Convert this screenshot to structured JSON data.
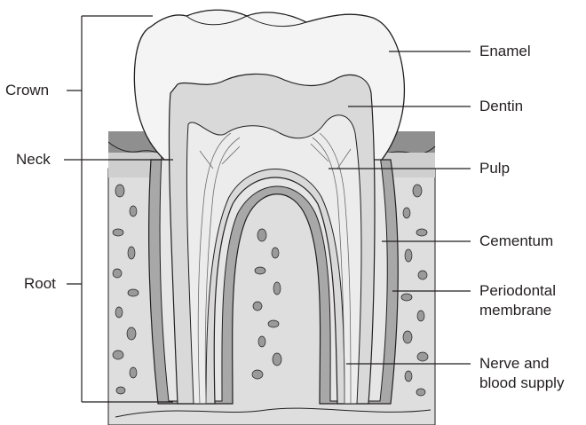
{
  "labels": {
    "crown": "Crown",
    "neck": "Neck",
    "root": "Root",
    "enamel": "Enamel",
    "dentin": "Dentin",
    "pulp": "Pulp",
    "cementum": "Cementum",
    "periodontal_line1": "Periodontal",
    "periodontal_line2": "membrane",
    "nerve_line1": "Nerve and",
    "nerve_line2": "blood supply"
  },
  "colors": {
    "ink": "#231f20",
    "enamel": "#f4f4f4",
    "dentin": "#d9d9d9",
    "pulp": "#ececec",
    "cementum": "#a8a8a8",
    "bone": "#dedede",
    "bone_pores": "#9a9a9a",
    "gum": "#8f8f8f"
  }
}
